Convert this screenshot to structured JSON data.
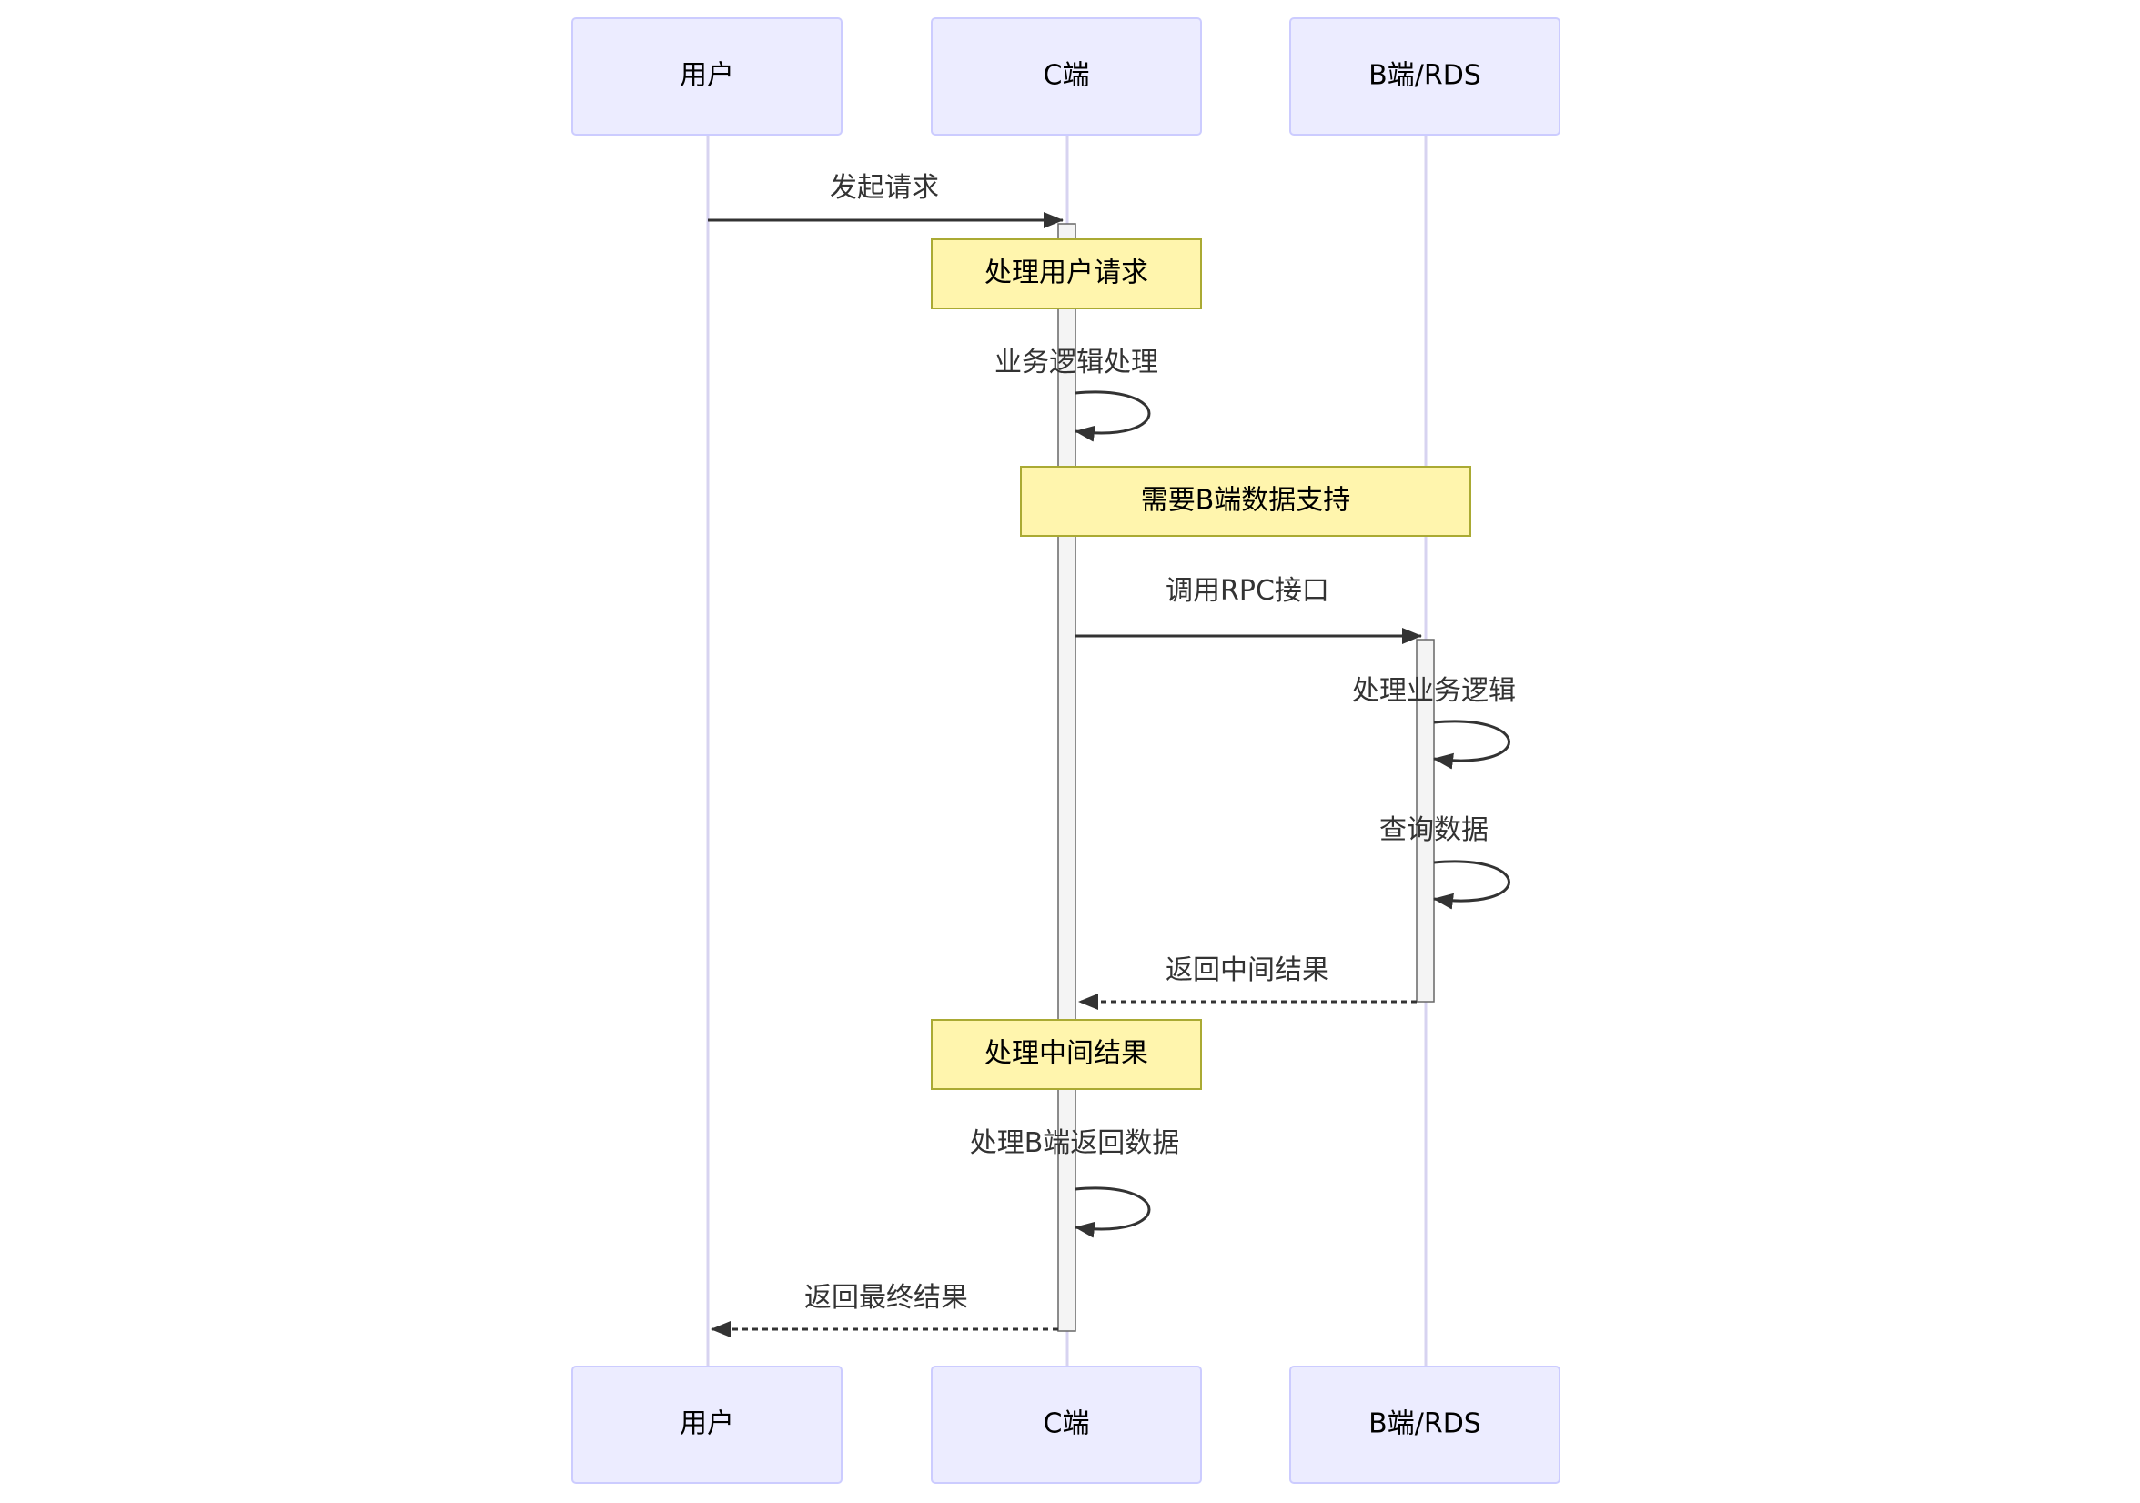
{
  "actors": [
    {
      "id": "user",
      "label": "用户"
    },
    {
      "id": "c",
      "label": "C端"
    },
    {
      "id": "b",
      "label": "B端/RDS"
    }
  ],
  "notes": [
    {
      "id": "note-1",
      "text": "处理用户请求"
    },
    {
      "id": "note-2",
      "text": "需要B端数据支持"
    },
    {
      "id": "note-3",
      "text": "处理中间结果"
    }
  ],
  "messages": [
    {
      "id": "msg-1",
      "from": "用户",
      "to": "C端",
      "text": "发起请求",
      "style": "solid"
    },
    {
      "id": "msg-2",
      "from": "C端",
      "to": "C端",
      "text": "业务逻辑处理",
      "style": "self"
    },
    {
      "id": "msg-3",
      "from": "C端",
      "to": "B端/RDS",
      "text": "调用RPC接口",
      "style": "solid"
    },
    {
      "id": "msg-4",
      "from": "B端/RDS",
      "to": "B端/RDS",
      "text": "处理业务逻辑",
      "style": "self"
    },
    {
      "id": "msg-5",
      "from": "B端/RDS",
      "to": "B端/RDS",
      "text": "查询数据",
      "style": "self"
    },
    {
      "id": "msg-6",
      "from": "B端/RDS",
      "to": "C端",
      "text": "返回中间结果",
      "style": "dashed"
    },
    {
      "id": "msg-7",
      "from": "C端",
      "to": "C端",
      "text": "处理B端返回数据",
      "style": "self"
    },
    {
      "id": "msg-8",
      "from": "C端",
      "to": "用户",
      "text": "返回最终结果",
      "style": "dashed"
    }
  ],
  "colors": {
    "actor_fill": "#ECECFF",
    "actor_stroke": "#CCCCFF",
    "note_fill": "#FFF5AD",
    "note_stroke": "#AAAA33",
    "line": "#333333"
  }
}
